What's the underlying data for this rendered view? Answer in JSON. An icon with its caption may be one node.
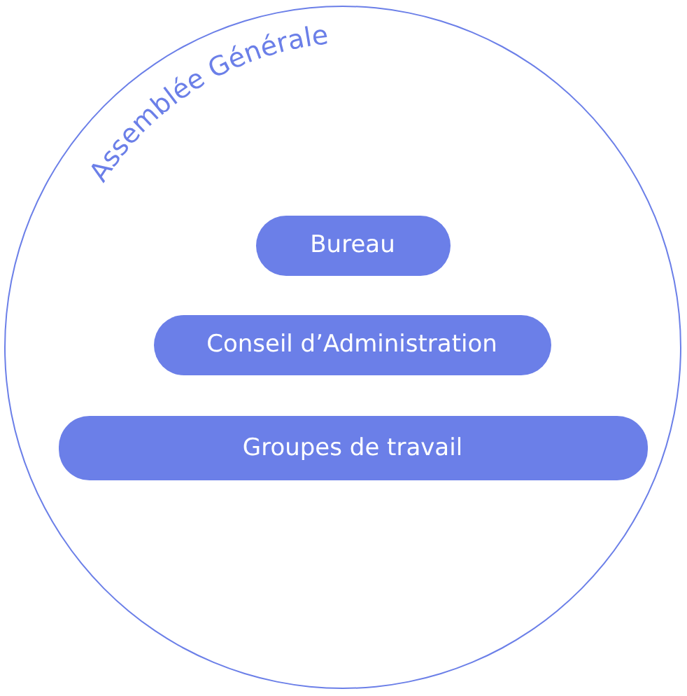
{
  "diagram": {
    "nodes": [
      {
        "text": [
          "Assemblée Générale"
        ]
      },
      {
        "text": [
          "Bureau"
        ],
        "in": 0
      },
      {
        "text": [
          "Conseil d’Administration"
        ],
        "in": 0
      },
      {
        "text": [
          "Groupes de travail"
        ],
        "in": 0
      }
    ]
  }
}
